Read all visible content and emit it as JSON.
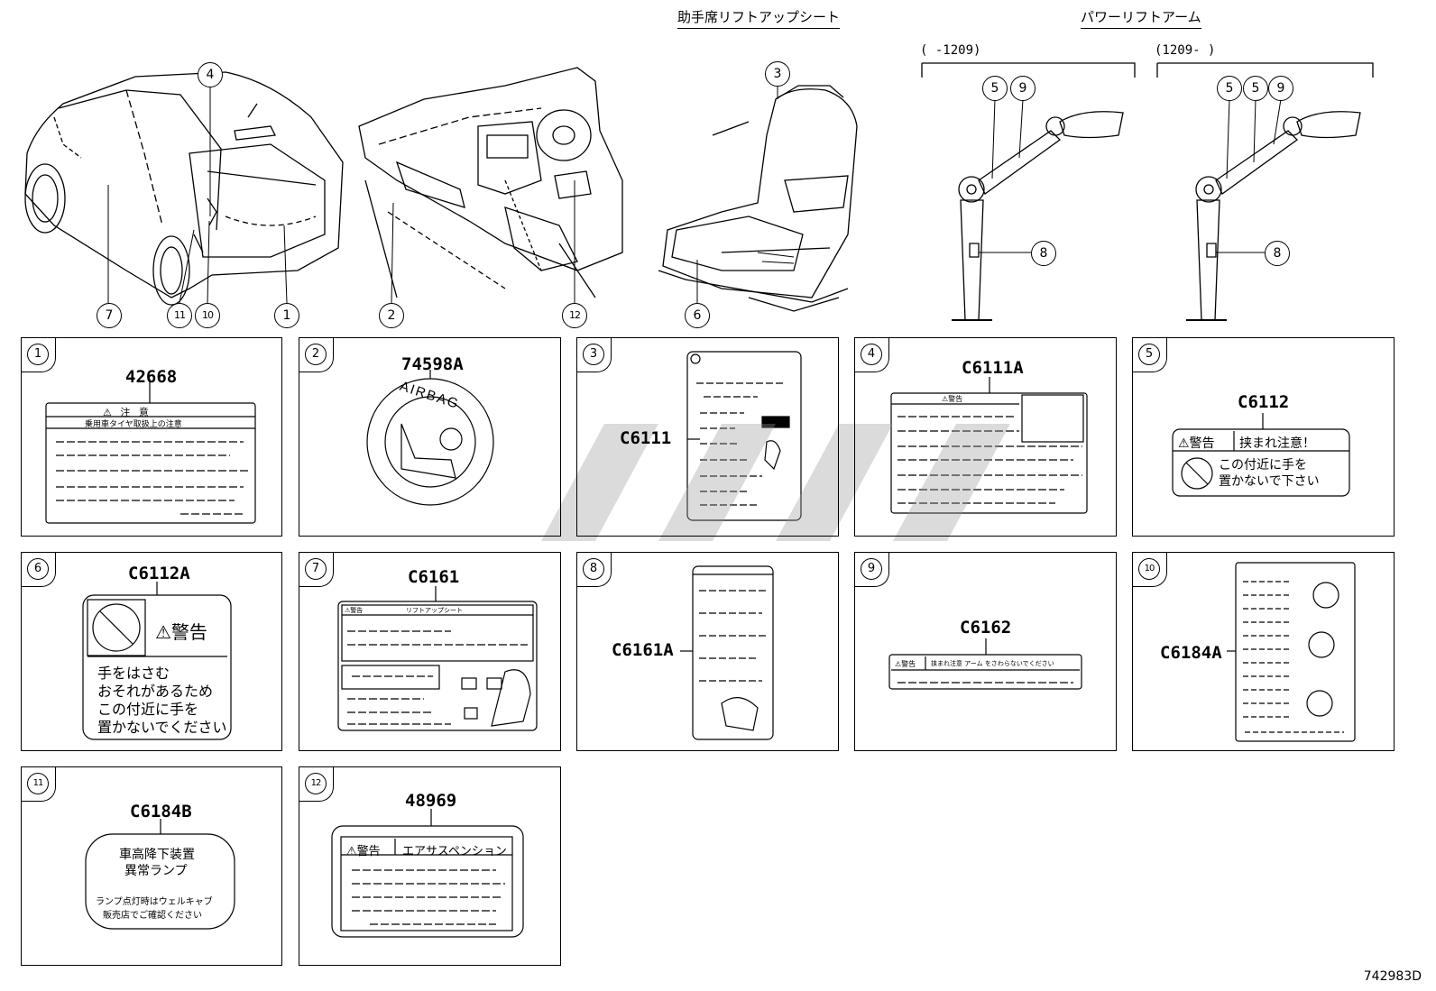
{
  "drawing_number": "742983D",
  "sections": {
    "seat": "助手席リフトアップシート",
    "arm": "パワーリフトアーム",
    "arm_range_left": "(      -1209)",
    "arm_range_right": "(1209-      )"
  },
  "callouts": {
    "rear_car": [
      "7",
      "11",
      "10",
      "4",
      "1"
    ],
    "dash": [
      "2",
      "12"
    ],
    "seat": [
      "3",
      "6"
    ],
    "arm_left": [
      "5",
      "9",
      "8"
    ],
    "arm_right": [
      "5",
      "5",
      "9",
      "8"
    ]
  },
  "labels": [
    {
      "num": "1",
      "code": "42668",
      "lines": [
        "⚠  注    意",
        "乗用車タイヤ取扱上の注意"
      ]
    },
    {
      "num": "2",
      "code": "74598A",
      "lines": [
        "AIRBAG"
      ]
    },
    {
      "num": "3",
      "code": "C6111",
      "lines": []
    },
    {
      "num": "4",
      "code": "C6111A",
      "lines": [
        "⚠警告"
      ]
    },
    {
      "num": "5",
      "code": "C6112",
      "lines": [
        "⚠警告",
        "挟まれ注意！",
        "この付近に手を",
        "置かないで下さい"
      ]
    },
    {
      "num": "6",
      "code": "C6112A",
      "lines": [
        "⚠警告",
        "手をはさむ",
        "おそれがあるため",
        "この付近に手を",
        "置かないでください"
      ]
    },
    {
      "num": "7",
      "code": "C6161",
      "lines": [
        "⚠警告",
        "リフトアップシート"
      ]
    },
    {
      "num": "8",
      "code": "C6161A",
      "lines": []
    },
    {
      "num": "9",
      "code": "C6162",
      "lines": [
        "⚠警告",
        "挟まれ注意 アーム をさわらないでください"
      ]
    },
    {
      "num": "10",
      "code": "C6184A",
      "lines": []
    },
    {
      "num": "11",
      "code": "C6184B",
      "lines": [
        "車高降下装置",
        "異常ランプ",
        "ランプ点灯時はウェルキャブ",
        "販売店でご確認ください"
      ]
    },
    {
      "num": "12",
      "code": "48969",
      "lines": [
        "⚠警告",
        "エアサスペンション"
      ]
    }
  ]
}
